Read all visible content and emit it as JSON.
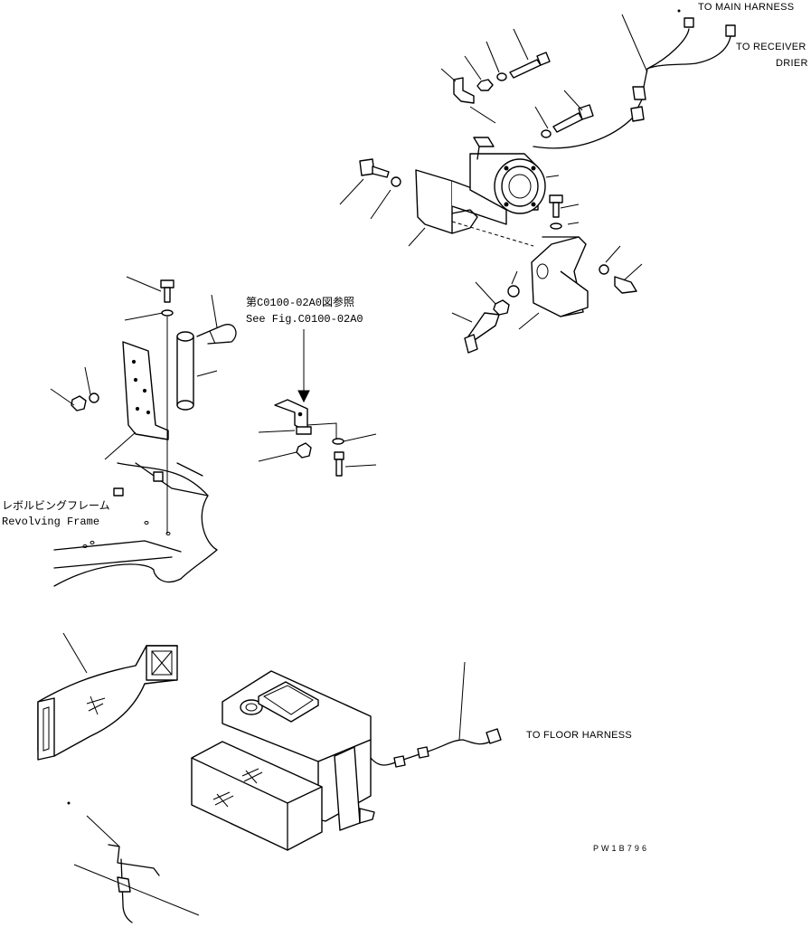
{
  "labels": {
    "to_main_harness": "TO MAIN HARNESS",
    "to_receiver_line1": "TO RECEIVER",
    "to_receiver_line2": "DRIER",
    "ref_jp": "第C0100-02A0図参照",
    "ref_en": "See Fig.C0100-02A0",
    "frame_jp": "レボルビングフレーム",
    "frame_en": "Revolving Frame",
    "to_floor_harness": "TO FLOOR HARNESS",
    "drawing_code": "P W 1 B 7 9 6"
  }
}
